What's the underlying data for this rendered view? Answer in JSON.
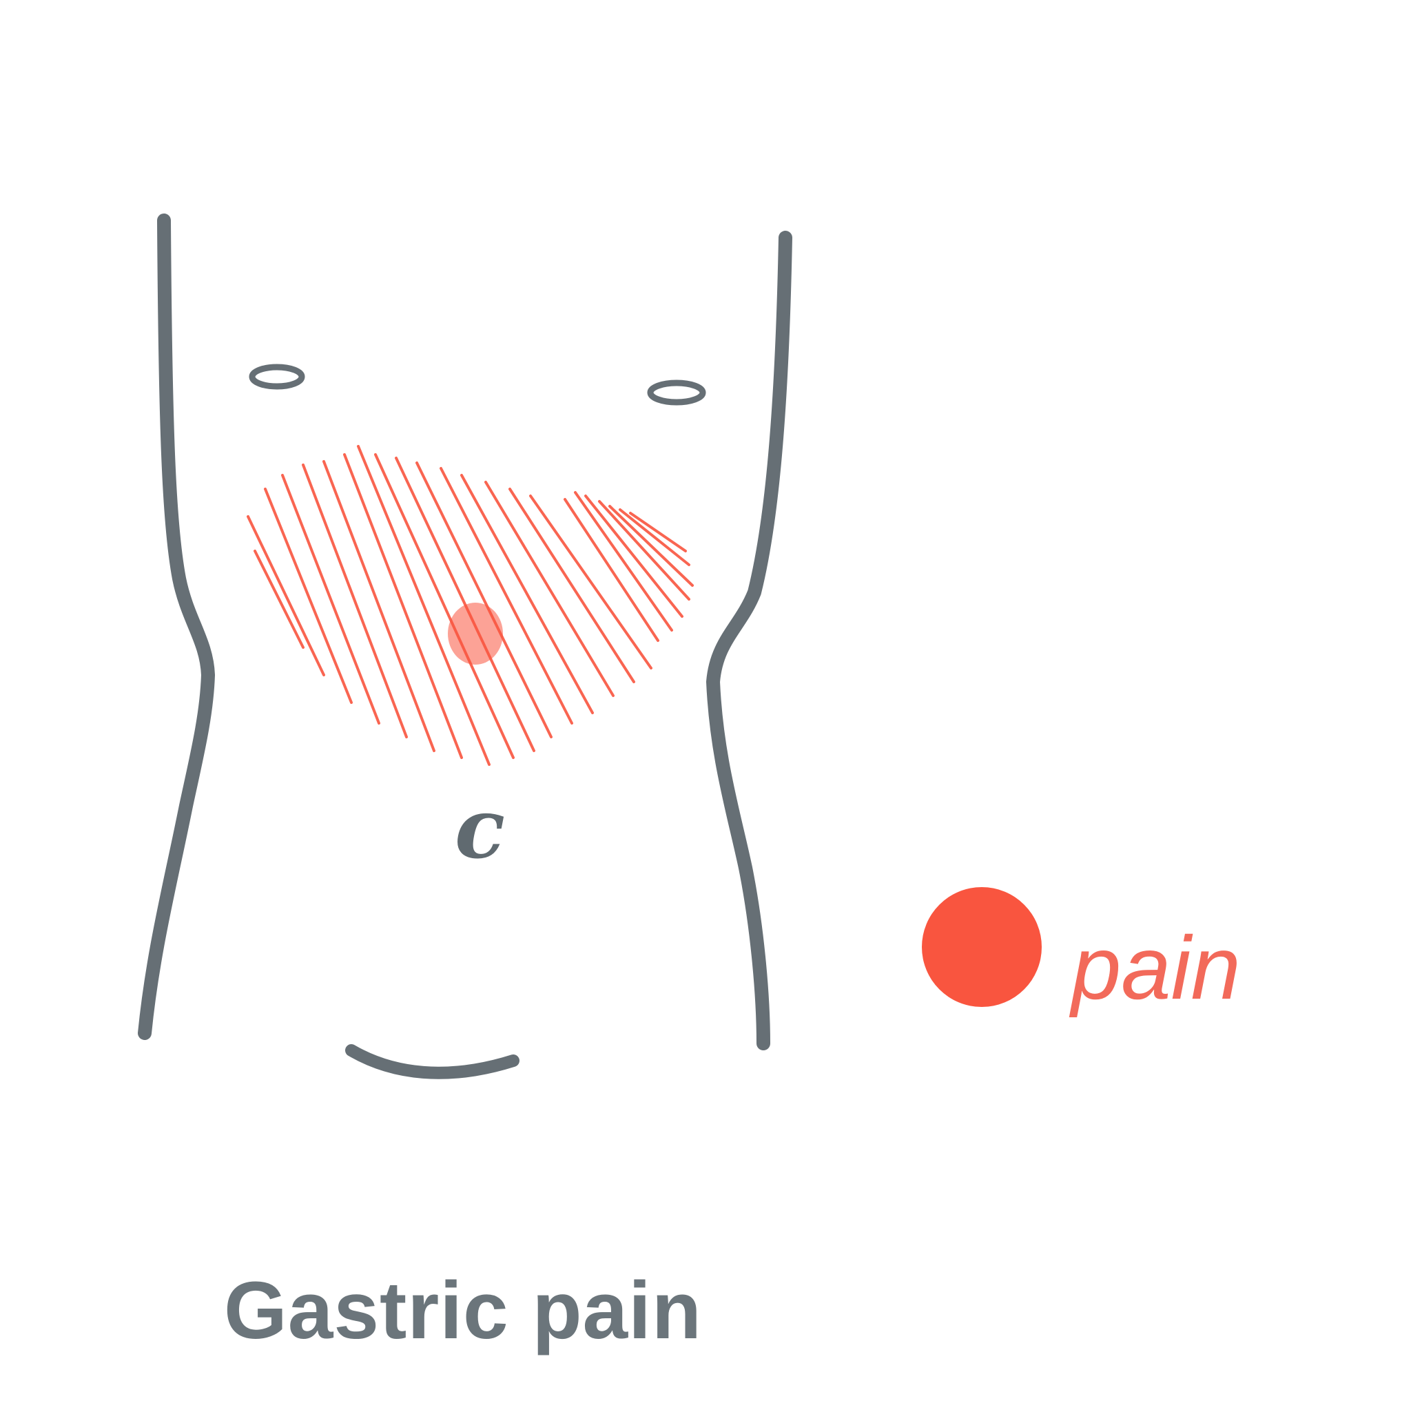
{
  "caption": "Gastric pain",
  "legend": {
    "label": "pain"
  },
  "navel_mark": "c",
  "colors": {
    "outline": "#666f75",
    "pain": "#f9553f",
    "caption": "#6b757b"
  }
}
